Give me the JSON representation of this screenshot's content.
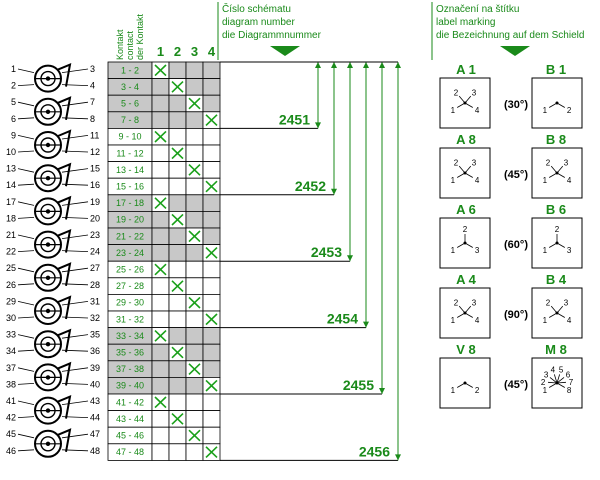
{
  "colors": {
    "green": "#1a8a1a",
    "gray": "#c8c8c8",
    "cross": "#1aa01a",
    "black": "#000000"
  },
  "header": {
    "contact_label": [
      "Kontakt",
      "contact",
      "der Kontakt"
    ],
    "scheme_lines": [
      "Číslo schématu",
      "diagram number",
      "die Diagrammnummer"
    ],
    "label_lines": [
      "Označení na štítku",
      "label marking",
      "die Bezeichnung auf dem Schield"
    ]
  },
  "positions": [
    "1",
    "2",
    "3",
    "4"
  ],
  "rows": [
    {
      "label": "1 - 2",
      "pos": 1,
      "gray": true
    },
    {
      "label": "3 - 4",
      "pos": 2,
      "gray": true
    },
    {
      "label": "5 - 6",
      "pos": 3,
      "gray": true
    },
    {
      "label": "7 - 8",
      "pos": 4,
      "gray": true
    },
    {
      "label": "9 - 10",
      "pos": 1,
      "gray": false
    },
    {
      "label": "11 - 12",
      "pos": 2,
      "gray": false
    },
    {
      "label": "13 - 14",
      "pos": 3,
      "gray": false
    },
    {
      "label": "15 - 16",
      "pos": 4,
      "gray": false
    },
    {
      "label": "17 - 18",
      "pos": 1,
      "gray": true
    },
    {
      "label": "19 - 20",
      "pos": 2,
      "gray": true
    },
    {
      "label": "21 - 22",
      "pos": 3,
      "gray": true
    },
    {
      "label": "23 - 24",
      "pos": 4,
      "gray": true
    },
    {
      "label": "25 - 26",
      "pos": 1,
      "gray": false
    },
    {
      "label": "27 - 28",
      "pos": 2,
      "gray": false
    },
    {
      "label": "29 - 30",
      "pos": 3,
      "gray": false
    },
    {
      "label": "31 - 32",
      "pos": 4,
      "gray": false
    },
    {
      "label": "33 - 34",
      "pos": 1,
      "gray": true
    },
    {
      "label": "35 - 36",
      "pos": 2,
      "gray": true
    },
    {
      "label": "37 - 38",
      "pos": 3,
      "gray": true
    },
    {
      "label": "39 - 40",
      "pos": 4,
      "gray": true
    },
    {
      "label": "41 - 42",
      "pos": 1,
      "gray": false
    },
    {
      "label": "43 - 44",
      "pos": 2,
      "gray": false
    },
    {
      "label": "45 - 46",
      "pos": 3,
      "gray": false
    },
    {
      "label": "47 - 48",
      "pos": 4,
      "gray": false
    }
  ],
  "decks": [
    {
      "left": [
        "1",
        "2"
      ],
      "right": [
        "3",
        "4"
      ]
    },
    {
      "left": [
        "5",
        "6"
      ],
      "right": [
        "7",
        "8"
      ]
    },
    {
      "left": [
        "9",
        "10"
      ],
      "right": [
        "11",
        "12"
      ]
    },
    {
      "left": [
        "13",
        "14"
      ],
      "right": [
        "15",
        "16"
      ]
    },
    {
      "left": [
        "17",
        "18"
      ],
      "right": [
        "19",
        "20"
      ]
    },
    {
      "left": [
        "21",
        "22"
      ],
      "right": [
        "23",
        "24"
      ]
    },
    {
      "left": [
        "25",
        "26"
      ],
      "right": [
        "27",
        "28"
      ]
    },
    {
      "left": [
        "29",
        "30"
      ],
      "right": [
        "31",
        "32"
      ]
    },
    {
      "left": [
        "33",
        "34"
      ],
      "right": [
        "35",
        "36"
      ]
    },
    {
      "left": [
        "37",
        "38"
      ],
      "right": [
        "39",
        "40"
      ]
    },
    {
      "left": [
        "41",
        "42"
      ],
      "right": [
        "43",
        "44"
      ]
    },
    {
      "left": [
        "45",
        "46"
      ],
      "right": [
        "47",
        "48"
      ]
    }
  ],
  "diagrams": [
    {
      "number": "2451",
      "last_row": 4
    },
    {
      "number": "2452",
      "last_row": 8
    },
    {
      "number": "2453",
      "last_row": 12
    },
    {
      "number": "2454",
      "last_row": 16
    },
    {
      "number": "2455",
      "last_row": 20
    },
    {
      "number": "2456",
      "last_row": 24
    }
  ],
  "markings": [
    {
      "left": "A 1",
      "right": "B 1",
      "angle": "(30°)"
    },
    {
      "left": "A 8",
      "right": "B 8",
      "angle": "(45°)"
    },
    {
      "left": "A 6",
      "right": "B 6",
      "angle": "(60°)"
    },
    {
      "left": "A 4",
      "right": "B 4",
      "angle": "(90°)"
    },
    {
      "left": "V 8",
      "right": "M 8",
      "angle": "(45°)"
    }
  ],
  "dial_numbers": {
    "A1": [
      "1",
      "2",
      "3",
      "4"
    ],
    "B1": [
      "1",
      "2"
    ],
    "A8": [
      "1",
      "2",
      "3",
      "4"
    ],
    "B8": [
      "1",
      "2",
      "3",
      "4"
    ],
    "A6": [
      "1",
      "2",
      "3"
    ],
    "B6": [
      "1",
      "2",
      "3"
    ],
    "A4": [
      "1",
      "2",
      "3",
      "4"
    ],
    "B4": [
      "1",
      "2",
      "3",
      "4"
    ],
    "V8": [
      "1",
      "2"
    ],
    "M8": [
      "1",
      "2",
      "3",
      "4",
      "5",
      "6",
      "7",
      "8"
    ]
  }
}
